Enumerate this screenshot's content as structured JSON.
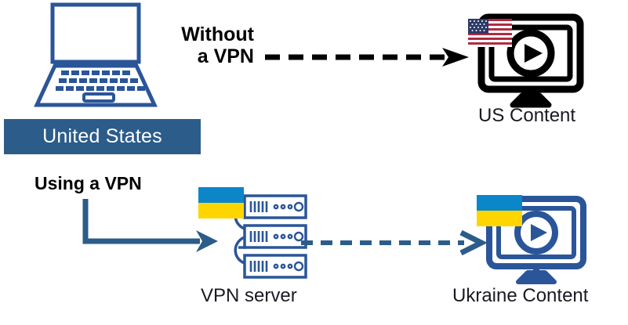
{
  "diagram": {
    "title": "VPN geo-unblocking explanation diagram",
    "colors": {
      "brand_blue": "#2b5c8a",
      "banner_blue": "#2b5c8a",
      "icon_blue": "#2a5599",
      "black": "#000000",
      "white": "#ffffff",
      "ukraine_flag_blue": "#0b86c8",
      "ukraine_flag_yellow": "#ffd500",
      "us_flag_red": "#b22a42",
      "us_flag_blue": "#2b3a67"
    }
  },
  "labels": {
    "without_vpn": "Without\na VPN",
    "using_vpn": "Using a VPN",
    "united_states": "United States",
    "us_content": "US Content",
    "vpn_server": "VPN server",
    "ukraine_content": "Ukraine Content"
  },
  "icons": {
    "laptop": "laptop-icon",
    "us_flag": "us-flag-icon",
    "ukraine_flag": "ukraine-flag-icon",
    "monitor_play_black": "monitor-play-icon",
    "monitor_play_blue": "monitor-play-icon",
    "server_stack": "server-stack-icon",
    "arrow_dashed_black": "dashed-arrow-icon",
    "arrow_dashed_blue": "dashed-arrow-icon",
    "arrow_elbow_blue": "elbow-arrow-icon",
    "arrow_solid_blue": "solid-arrow-icon"
  },
  "flows": [
    {
      "name": "without-vpn-flow",
      "from": "United States",
      "via": null,
      "to": "US Content",
      "arrow_style": "dashed-black"
    },
    {
      "name": "using-vpn-flow",
      "from": "United States",
      "via": "VPN server",
      "to": "Ukraine Content",
      "arrow_style": "dashed-blue"
    }
  ]
}
